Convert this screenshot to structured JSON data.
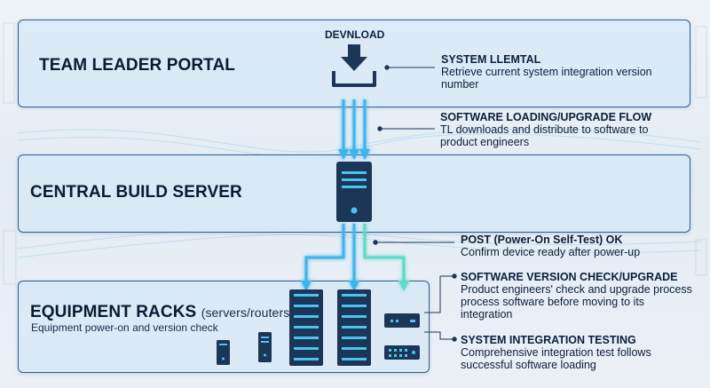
{
  "download_label": "DEVNLOAD",
  "panels": {
    "team_leader": {
      "title": "TEAM LEADER PORTAL"
    },
    "central_build": {
      "title": "CENTRAL BUILD SERVER"
    },
    "equipment": {
      "title": "EQUIPMENT RACKS",
      "title_suffix": "(servers/routers)",
      "subtitle": "Equipment power-on and version check"
    }
  },
  "notes": [
    {
      "heading": "SYSTEM LLEMTAL",
      "text": "Retrieve current system integration version number"
    },
    {
      "heading": "SOFTWARE LOADING/UPGRADE FLOW",
      "text": "TL downloads and distribute to software to product engineers"
    },
    {
      "heading": "POST (Power-On Self-Test) OK",
      "text": "Confirm device ready after power-up"
    },
    {
      "heading": "SOFTWARE VERSION CHECK/UPGRADE",
      "text": "Product engineers' check and upgrade process process software before moving to its integration"
    },
    {
      "heading": "SYSTEM INTEGRATION TESTING",
      "text": "Comprehensive integration test follows successful software loading"
    }
  ],
  "colors": {
    "flow_arrow": "#3fb4ea",
    "flow_arrow_teal": "#5fd9c8",
    "device": "#1b3656",
    "panel_border": "#2f5d8f"
  },
  "icons": [
    "download-icon",
    "server-tower-icon",
    "server-rack-icon",
    "pc-tower-icon",
    "network-switch-icon",
    "router-icon"
  ]
}
